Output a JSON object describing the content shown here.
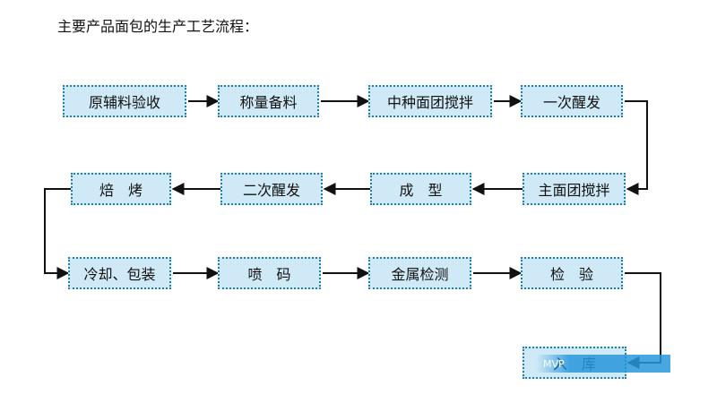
{
  "title": "主要产品面包的生产工艺流程：",
  "colors": {
    "box_fill": "#cfeaf6",
    "box_border": "#1e7fa8",
    "arrow": "#111111"
  },
  "steps": [
    "原辅料验收",
    "称量备料",
    "中种面团搅拌",
    "一次醒发",
    "主面团搅拌",
    "成　型",
    "二次醒发",
    "焙　烤",
    "冷却、包装",
    "喷　码",
    "金属检测",
    "检　验",
    "入　库"
  ],
  "watermark": "MVP"
}
